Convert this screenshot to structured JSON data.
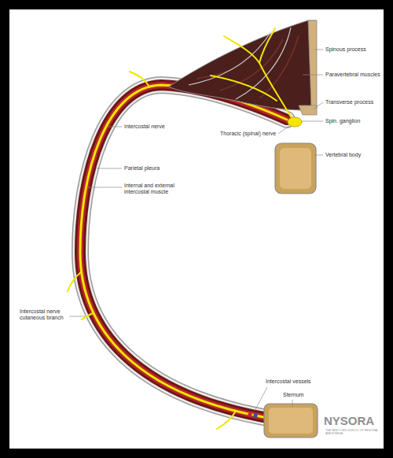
{
  "diagram": {
    "labels": [
      "Spinous process",
      "Paravertebral muscles",
      "Transverse process",
      "Thoracic (spinal) nerve",
      "Spin. ganglion",
      "Vertebral body",
      "Intercostal nerve",
      "Parietal pleura",
      "Internal and external intercostal muscle",
      "Intercostal nerve cutaneous branch",
      "Intercostal vessels",
      "Sternum",
      "NYSORA",
      "THE NEW YORK SCHOOL OF REGIONAL ANESTHESIA"
    ]
  }
}
